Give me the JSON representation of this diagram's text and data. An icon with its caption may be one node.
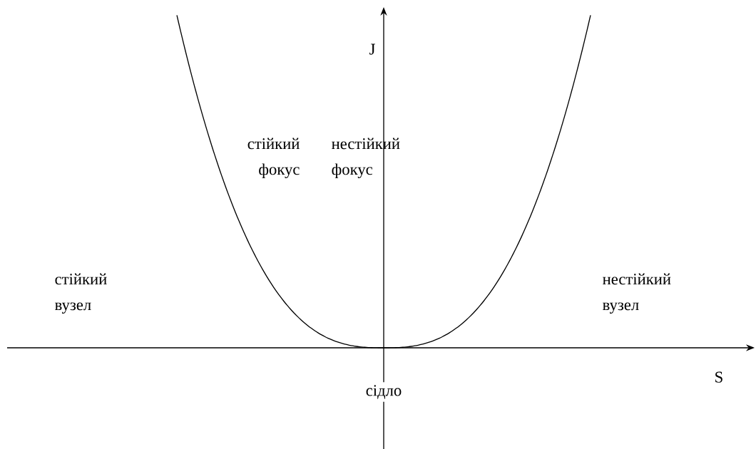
{
  "diagram": {
    "labels": [
      "J",
      "стійкий фокус",
      "нестійкий фокус",
      "стійкий вузел",
      "нестійкий вузел",
      "сідло",
      "S"
    ]
  }
}
